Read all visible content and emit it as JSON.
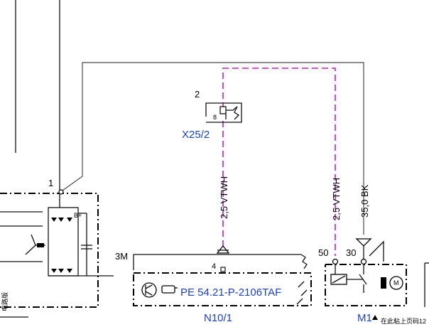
{
  "components": {
    "x25": {
      "pin_number": "2",
      "terminal": "8",
      "designation": "X25/2"
    },
    "alternator": {
      "pin": "1",
      "label_bplus": "B+"
    },
    "n10": {
      "terminal_3m": "3M",
      "pin_4": "4",
      "part_number": "PE 54.21-P-2106TAF",
      "designation": "N10/1"
    },
    "m1": {
      "terminal_50": "50",
      "terminal_30": "30",
      "designation": "M1"
    }
  },
  "wires": {
    "vtwh_left": "2,5 VTWH",
    "vtwh_right": "2,5 VTWH",
    "bk_main": "35,0 BK"
  },
  "colors": {
    "wire_vtwh": "#c020c0",
    "wire_gray": "#4a4a4a",
    "link_blue": "#1a3fd1"
  },
  "side_text": "电路版",
  "footer_note": "在此粘上页码12"
}
